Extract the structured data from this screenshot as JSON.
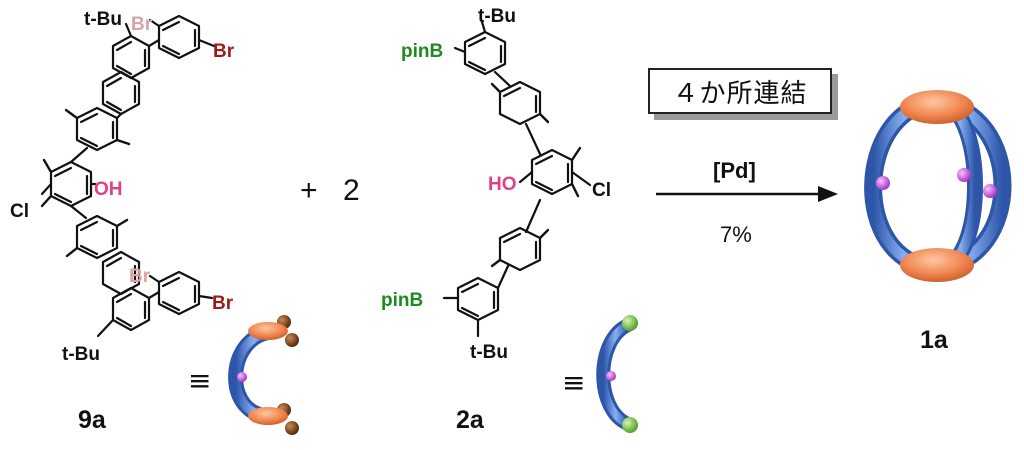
{
  "scheme": {
    "reagent_9a": {
      "compound_label": "9a",
      "top_tbu": "t-Bu",
      "top_br_faded": "Br",
      "top_br": "Br",
      "oh": "OH",
      "cl": "Cl",
      "bottom_br_faded": "Br",
      "bottom_br": "Br",
      "bottom_tbu": "t-Bu",
      "equivalence": "≡"
    },
    "plus_sign": "+",
    "coefficient": "2",
    "reagent_2a": {
      "compound_label": "2a",
      "top_tbu": "t-Bu",
      "top_pinb": "pinB",
      "ho": "HO",
      "cl": "Cl",
      "bottom_pinb": "pinB",
      "bottom_tbu": "t-Bu",
      "equivalence": "≡"
    },
    "coupling_box": "４か所連結",
    "catalyst": "[Pd]",
    "yield": "7%",
    "product": {
      "compound_label": "1a"
    }
  },
  "colors": {
    "bromine": "#9b1b1b",
    "bromine_faded": "#d9a3a3",
    "hydroxyl": "#e0408a",
    "boron": "#1f8a1f",
    "tube": "#4a79d4",
    "cap": "#f0844e",
    "bead": "#c84fd8",
    "bead_green": "#6fbf3f",
    "bead_brown": "#6b3a12"
  }
}
